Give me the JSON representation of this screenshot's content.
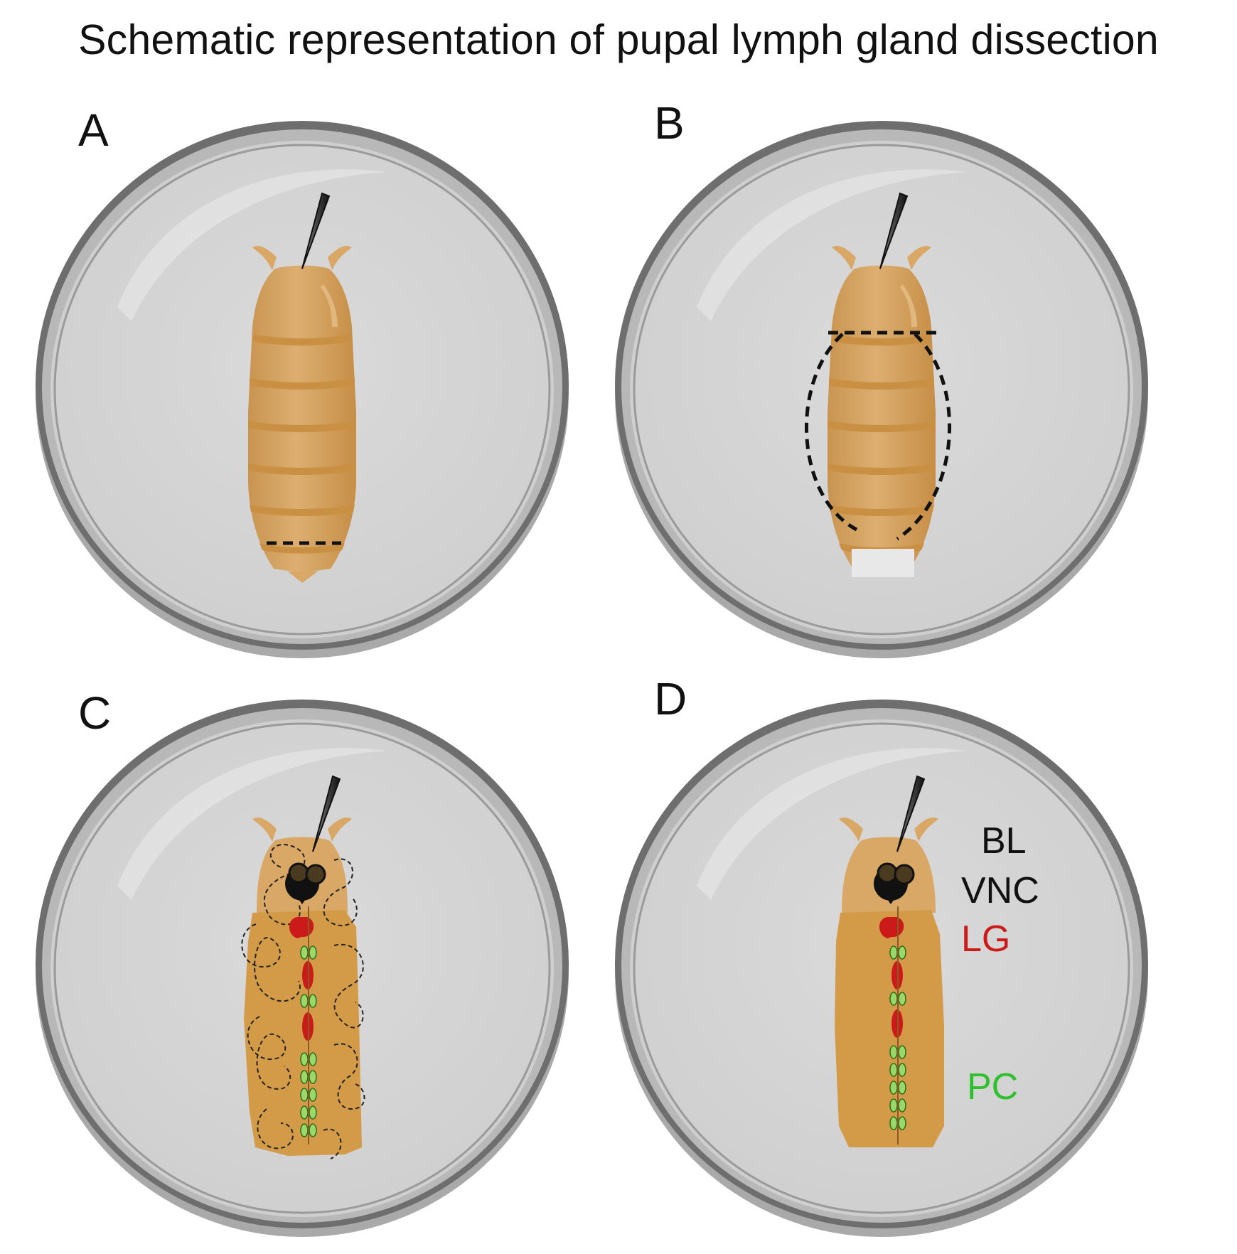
{
  "title": "Schematic representation of pupal lymph gland dissection",
  "panels": [
    {
      "label": "A"
    },
    {
      "label": "B"
    },
    {
      "label": "C"
    },
    {
      "label": "D"
    }
  ],
  "legend": [
    {
      "label": "BL",
      "color": "#111111"
    },
    {
      "label": "VNC",
      "color": "#111111"
    },
    {
      "label": "LG",
      "color": "#cc1a1a"
    },
    {
      "label": "PC",
      "color": "#2ec02e"
    }
  ],
  "colors": {
    "dish_fill": "#d6d6d6",
    "dish_rim": "#8d8d8d",
    "pupa_body": "#d9a766",
    "pupa_segment": "#c98f42",
    "opened_body": "#d39b48",
    "lymph_gland": "#cc1a1a",
    "pericardial_cell": "#9bd86a"
  }
}
